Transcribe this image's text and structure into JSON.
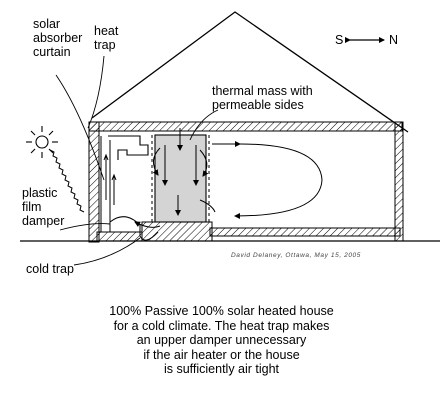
{
  "compass": {
    "south": "S",
    "north": "N"
  },
  "labels": {
    "solar_absorber_curtain": [
      "solar",
      "absorber",
      "curtain"
    ],
    "heat_trap": [
      "heat",
      "trap"
    ],
    "thermal_mass": [
      "thermal mass with",
      "permeable sides"
    ],
    "plastic_film_damper": [
      "plastic",
      "film",
      "damper"
    ],
    "cold_trap": "cold trap"
  },
  "credit": "David Delaney, Ottawa, May 15, 2005",
  "caption": [
    "100% Passive 100% solar heated house",
    "for a cold climate. The heat trap makes",
    "an upper damper unnecessary",
    "if the air heater or the house",
    "is sufficiently air tight"
  ]
}
